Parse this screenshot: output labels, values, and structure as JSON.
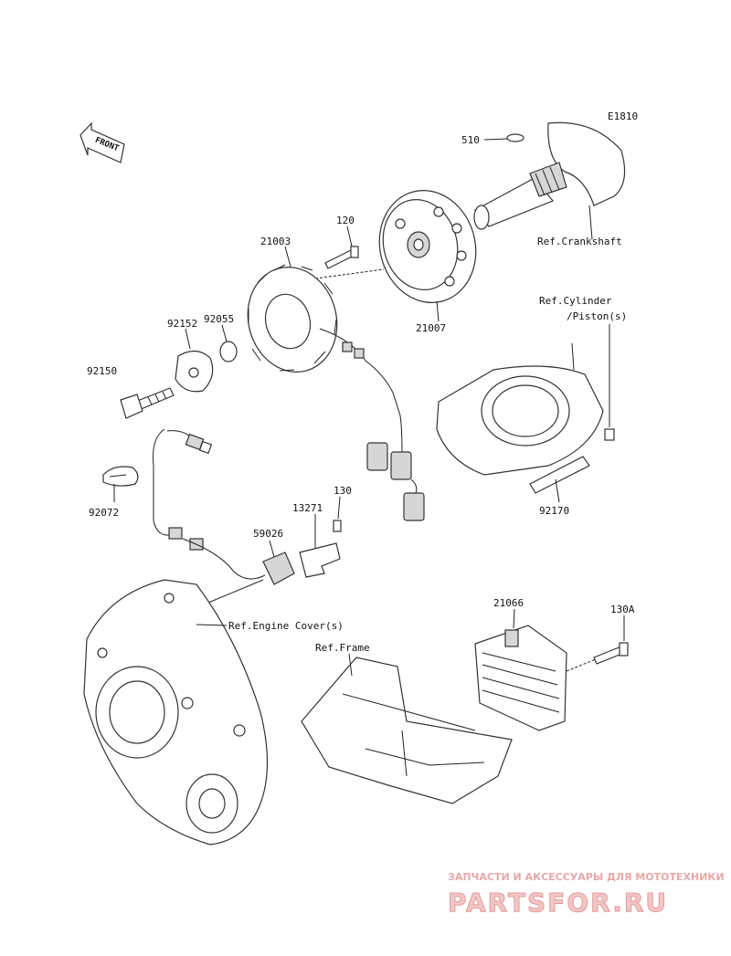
{
  "diagram": {
    "code": "E1810",
    "front_label": "FRONT",
    "parts": [
      {
        "id": "510",
        "label": "510"
      },
      {
        "id": "120",
        "label": "120"
      },
      {
        "id": "21003",
        "label": "21003"
      },
      {
        "id": "21007",
        "label": "21007"
      },
      {
        "id": "92152",
        "label": "92152"
      },
      {
        "id": "92055",
        "label": "92055"
      },
      {
        "id": "92150",
        "label": "92150"
      },
      {
        "id": "92072",
        "label": "92072"
      },
      {
        "id": "130",
        "label": "130"
      },
      {
        "id": "13271",
        "label": "13271"
      },
      {
        "id": "59026",
        "label": "59026"
      },
      {
        "id": "92170",
        "label": "92170"
      },
      {
        "id": "21066",
        "label": "21066"
      },
      {
        "id": "130A",
        "label": "130A"
      }
    ],
    "references": {
      "crankshaft": "Ref.Crankshaft",
      "cylinder_line1": "Ref.Cylinder",
      "cylinder_line2": "/Piston(s)",
      "engine_cover": "Ref.Engine Cover(s)",
      "frame": "Ref.Frame"
    }
  },
  "watermark": {
    "tagline": "ЗАПЧАСТИ И АКСЕССУАРЫ ДЛЯ МОТОТЕХНИКИ",
    "logo": "PARTSFOR.RU"
  }
}
